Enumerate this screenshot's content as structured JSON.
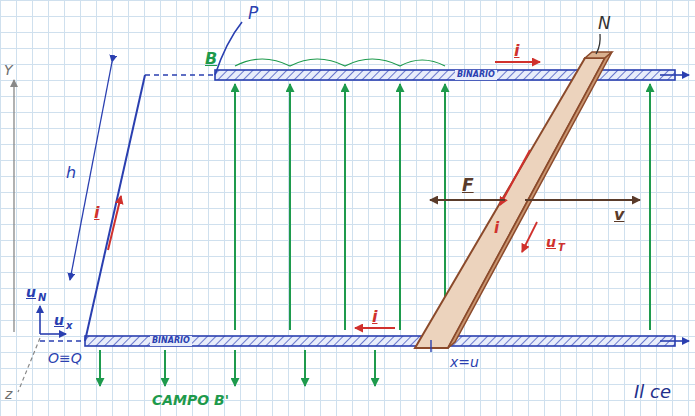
{
  "diagram": {
    "labels": [
      "P",
      "N",
      "B",
      "i",
      "BINARIO",
      "Y",
      "h",
      "i",
      "u",
      "N",
      "u",
      "x",
      "O≡Q",
      "z",
      "BINARIO",
      "i",
      "F",
      "i",
      "u",
      "T",
      "v",
      "x=u",
      "CAMPO B'",
      "Il ce"
    ]
  }
}
